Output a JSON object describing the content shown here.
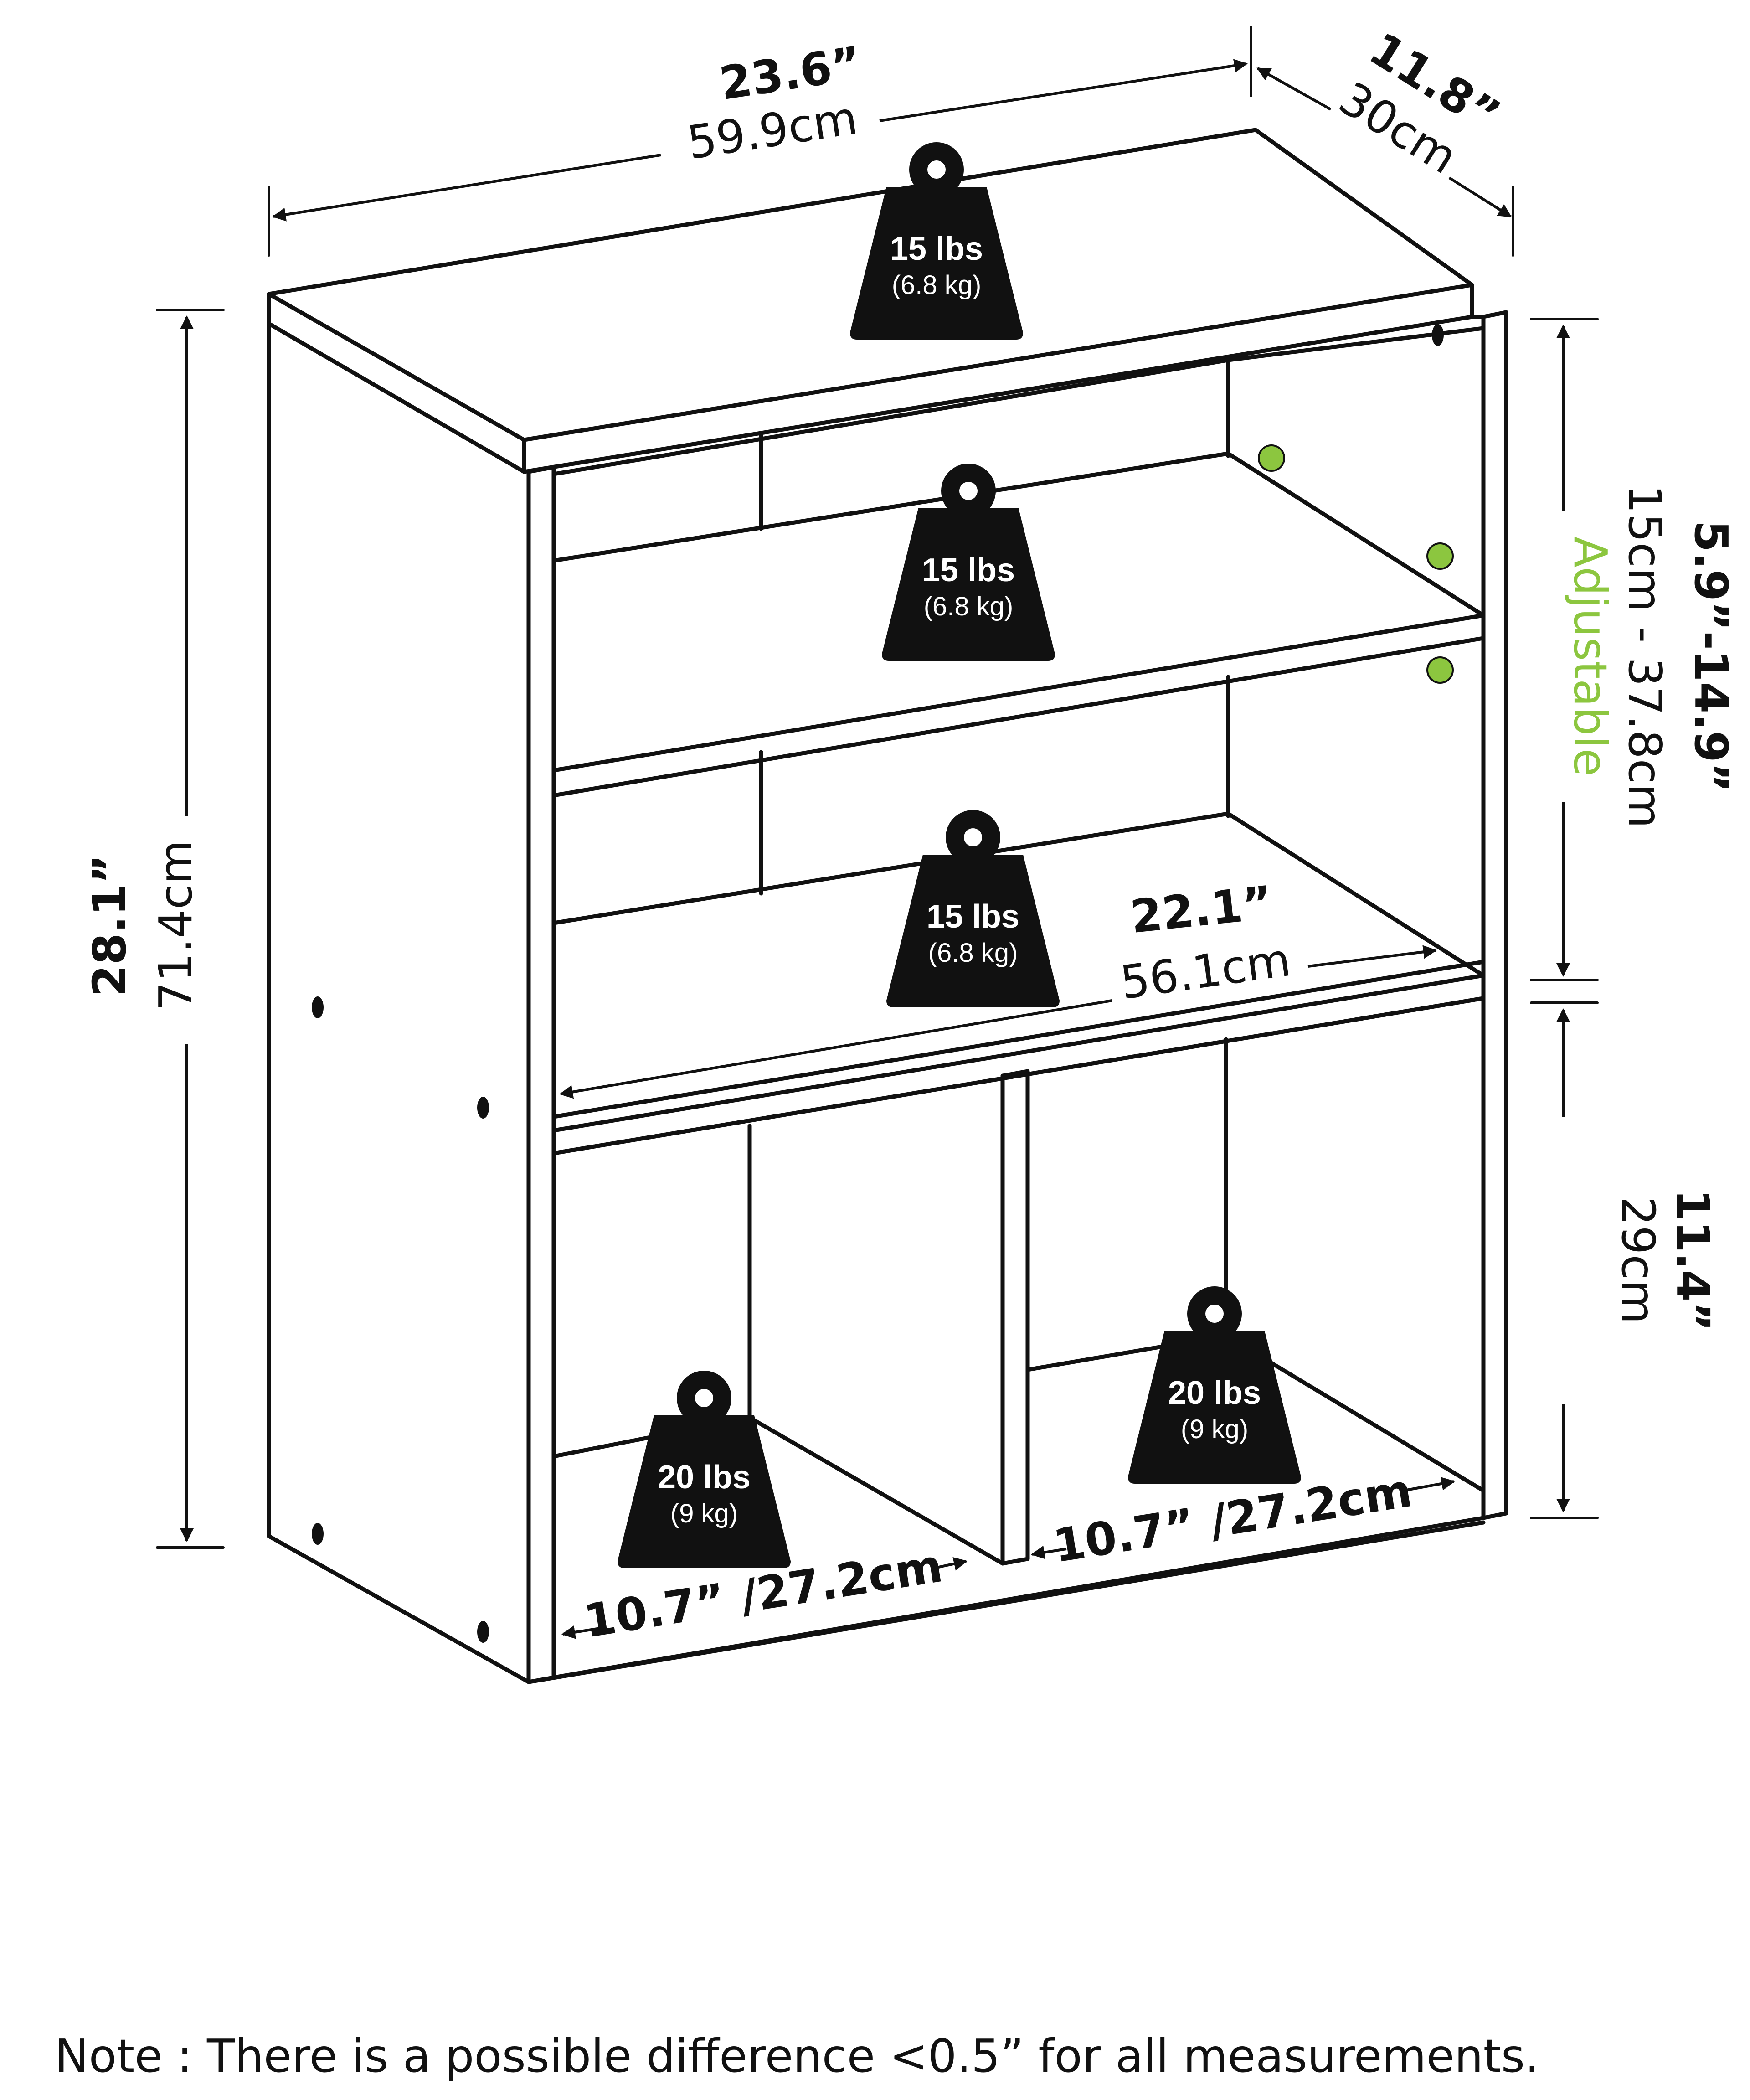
{
  "dimensions": {
    "width_in": "23.6”",
    "width_cm": "59.9cm",
    "depth_in": "11.8”",
    "depth_cm": "30cm",
    "height_in": "28.1”",
    "height_cm": "71.4cm",
    "adjustable_in": "5.9”-14.9”",
    "adjustable_cm": "15cm - 37.8cm",
    "adjustable_label": "Adjustable",
    "lower_in": "11.4”",
    "lower_cm": "29cm",
    "shelf_in": "22.1”",
    "shelf_cm": "56.1cm",
    "cube_left": "10.7” /27.2cm",
    "cube_right": "10.7” /27.2cm"
  },
  "weights": [
    {
      "lbs": "15 lbs",
      "kg": "(6.8 kg)"
    },
    {
      "lbs": "15 lbs",
      "kg": "(6.8 kg)"
    },
    {
      "lbs": "15 lbs",
      "kg": "(6.8 kg)"
    },
    {
      "lbs": "20 lbs",
      "kg": "(9 kg)"
    },
    {
      "lbs": "20 lbs",
      "kg": "(9 kg)"
    }
  ],
  "note": "Note : There is a possible difference <0.5” for all measurements.",
  "colors": {
    "accent": "#8cc63f",
    "line": "#111111",
    "background": "#ffffff"
  }
}
